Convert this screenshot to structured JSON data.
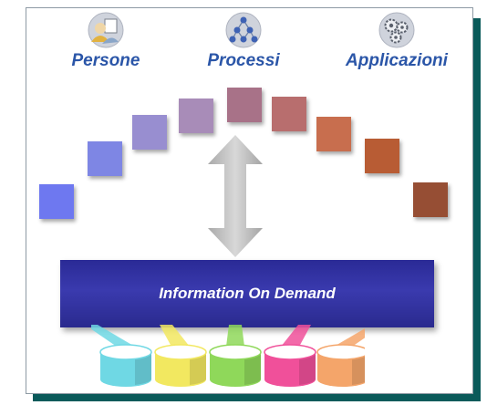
{
  "headers": [
    {
      "label": "Persone",
      "icon": "people-icon"
    },
    {
      "label": "Processi",
      "icon": "process-network-icon"
    },
    {
      "label": "Applicazioni",
      "icon": "gears-icon"
    }
  ],
  "arc_colors": [
    "#6e78f0",
    "#7e86e4",
    "#988ed0",
    "#a88cb8",
    "#a87288",
    "#b86e6e",
    "#c86e4e",
    "#b85c34",
    "#964e34"
  ],
  "center_bar": {
    "label": "Information On Demand",
    "color": "#2e2e9e"
  },
  "databases": [
    {
      "name": "database-cyan",
      "color": "#6fd8e4"
    },
    {
      "name": "database-yellow",
      "color": "#f2e860"
    },
    {
      "name": "database-green",
      "color": "#8fd85a"
    },
    {
      "name": "database-pink",
      "color": "#f0509a"
    },
    {
      "name": "database-orange",
      "color": "#f4a56a"
    }
  ],
  "arrow": {
    "icon": "double-arrow-icon",
    "color": "#b8b8b8"
  }
}
